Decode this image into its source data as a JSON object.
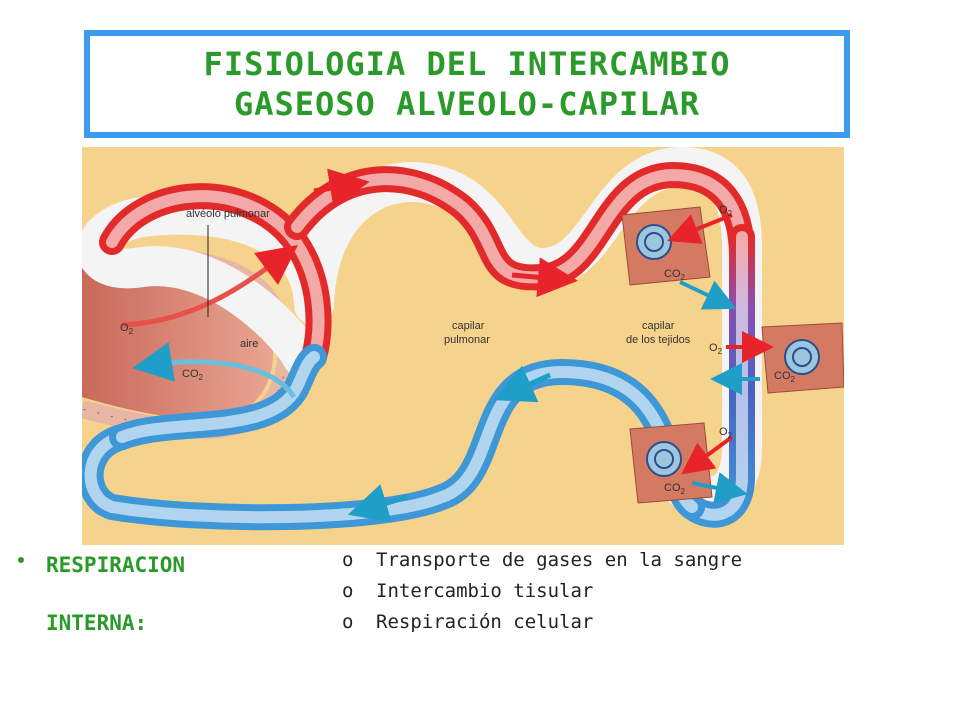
{
  "title": {
    "line1": "FISIOLOGIA DEL INTERCAMBIO",
    "line2": "GASEOSO ALVEOLO-CAPILAR"
  },
  "diagram": {
    "labels": {
      "alveolo": "alvéolo pulmonar",
      "aire": "aire",
      "capilar_pulmonar_1": "capilar",
      "capilar_pulmonar_2": "pulmonar",
      "capilar_tejidos_1": "capilar",
      "capilar_tejidos_2": "de los tejidos"
    },
    "gas": {
      "o": "O",
      "co": "CO",
      "sub": "2"
    },
    "colors": {
      "background": "#f6d38c",
      "oxygenated": "#e8242a",
      "deoxygenated": "#2f8fd4",
      "cell": "#d47a63",
      "arrow_blue": "#1f9ec8"
    }
  },
  "left_heading": {
    "line1": "RESPIRACION",
    "line2": "INTERNA:"
  },
  "list": {
    "marker": "o",
    "items": [
      "Transporte de gases en la sangre",
      "Intercambio tisular",
      "Respiración celular"
    ]
  }
}
